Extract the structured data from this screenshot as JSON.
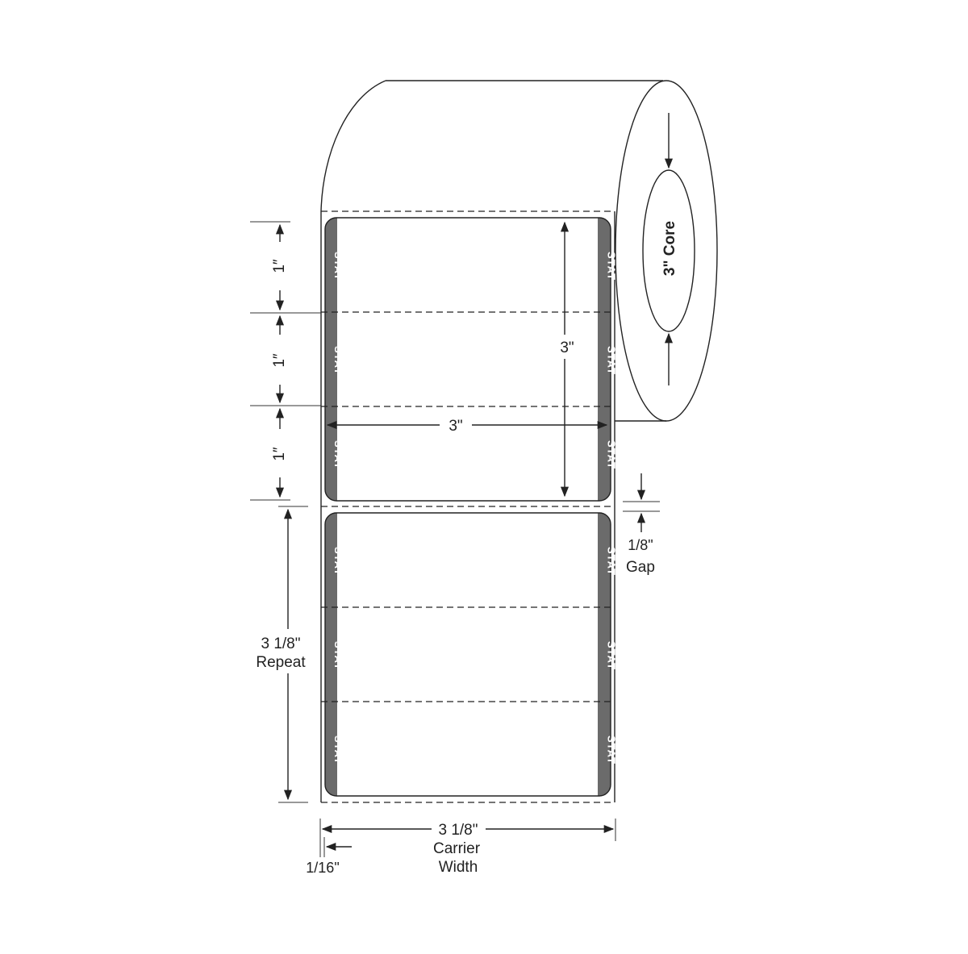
{
  "diagram": {
    "core_label": "3\" Core",
    "label_height_marks": [
      "1″",
      "1″",
      "1″"
    ],
    "label_height": "3\"",
    "label_width": "3\"",
    "repeat_value": "3 1/8\"",
    "repeat_label": "Repeat",
    "gap_value": "1/8\"",
    "gap_label": "Gap",
    "carrier_value": "3 1/8\"",
    "carrier_label_1": "Carrier",
    "carrier_label_2": "Width",
    "margin_value": "1/16\"",
    "stripe_text": "STAT",
    "stripe_color": "#6b6b6b"
  }
}
